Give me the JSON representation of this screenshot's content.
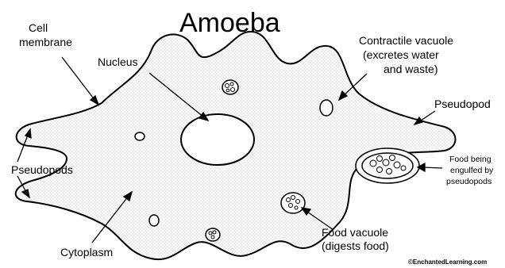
{
  "title": "Amoeba",
  "labels": {
    "cell_membrane": [
      "Cell",
      "membrane"
    ],
    "nucleus": "Nucleus",
    "contractile_vacuole": [
      "Contractile vacuole",
      "(excretes water",
      "and waste)"
    ],
    "pseudopod": "Pseudopod",
    "pseudopods": "Pseudopods",
    "food_engulfed": [
      "Food being",
      "engulfed by",
      "pseudopods"
    ],
    "food_vacuole": [
      "Food vacuole",
      "(digests food)"
    ],
    "cytoplasm": "Cytoplasm"
  },
  "credit": "©EnchantedLearning.com",
  "colors": {
    "outline": "#000000",
    "cytoplasm_dots": "#bdbdbd",
    "background": "#ffffff"
  }
}
